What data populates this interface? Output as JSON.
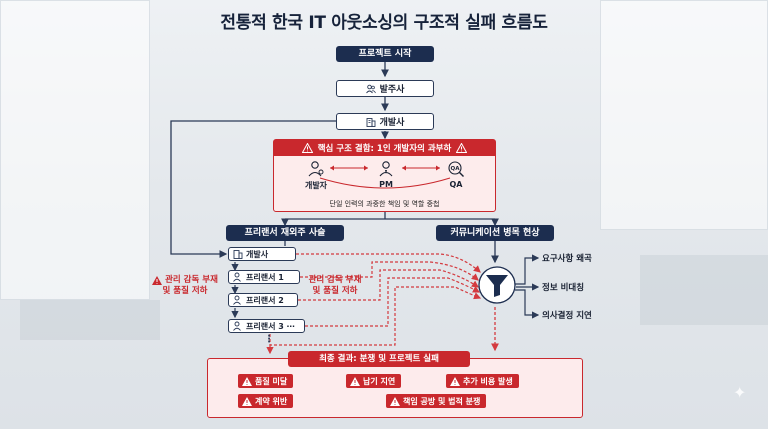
{
  "title": "전통적 한국 IT 아웃소싱의 구조적 실패 흐름도",
  "flow": {
    "start": "프로젝트 시작",
    "client": "발주사",
    "developer": "개발사"
  },
  "core_issue": {
    "header": "핵심 구조 결함: 1인 개발자의 과부하",
    "roles": [
      "개발자",
      "PM",
      "QA"
    ],
    "qa_icon_text": "QA",
    "subtitle": "단일 인력의 과중한 책임 및 역할 중첩"
  },
  "branches": {
    "chain": "프리랜서 재외주 사슬",
    "communication": "커뮤니케이션 병목 현상"
  },
  "chain_nodes": [
    "개발사",
    "프리랜서 1",
    "프리랜서 2",
    "프리랜서 3 ⋯"
  ],
  "chain_ellipsis": "⋮",
  "warnings": {
    "left_line1": "관리 감독 부재",
    "left_line2": "및 품질 저하",
    "mid_line1": "관리 감독 부재",
    "mid_line2": "및 품질 저하"
  },
  "bottleneck_outcomes": [
    "요구사항 왜곡",
    "정보 비대칭",
    "의사결정 지연"
  ],
  "final": {
    "header": "최종 결과: 분쟁 및 프로젝트 실패",
    "items": [
      "품질 미달",
      "납기 지연",
      "추가 비용 발생",
      "계약 위반",
      "책임 공방 및 법적 분쟁"
    ]
  },
  "colors": {
    "navy": "#1c2d4f",
    "red": "#c9282d",
    "dash_red": "#d43a3f"
  },
  "icons": [
    "user-group-icon",
    "building-icon",
    "warning-icon",
    "developer-icon",
    "pm-icon",
    "qa-icon",
    "funnel-icon",
    "freelancer-icon"
  ]
}
